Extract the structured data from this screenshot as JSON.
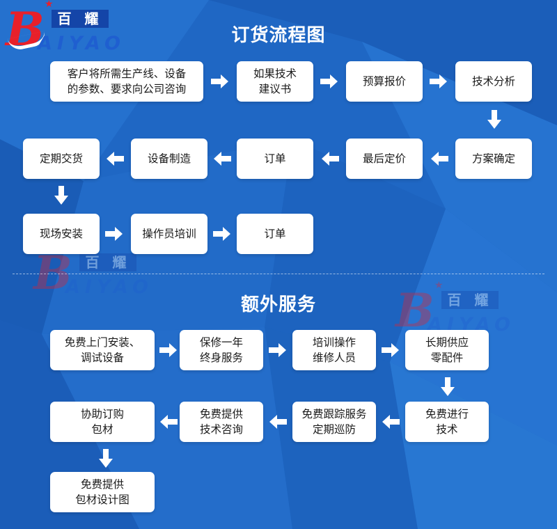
{
  "logo": {
    "chinese": "百 耀",
    "english": "AIYAO",
    "initial": "B"
  },
  "sections": {
    "ordering_title": "订货流程图",
    "extra_title": "额外服务"
  },
  "ordering_steps": [
    "客户将所需生产线、设备\n的参数、要求向公司咨询",
    "如果技术\n建议书",
    "预算报价",
    "技术分析",
    "方案确定",
    "最后定价",
    "订单",
    "设备制造",
    "定期交货",
    "现场安装",
    "操作员培训",
    "订单"
  ],
  "extra_steps": [
    "免费上门安装、\n调试设备",
    "保修一年\n终身服务",
    "培训操作\n维修人员",
    "长期供应\n零配件",
    "免费进行\n技术",
    "免费跟踪服务\n定期巡防",
    "免费提供\n技术咨询",
    "协助订购\n包材",
    "免费提供\n包材设计图"
  ],
  "colors": {
    "background": "#1f67c4",
    "box": "#ffffff",
    "arrow": "#ffffff",
    "logo_red": "#e8202a"
  }
}
